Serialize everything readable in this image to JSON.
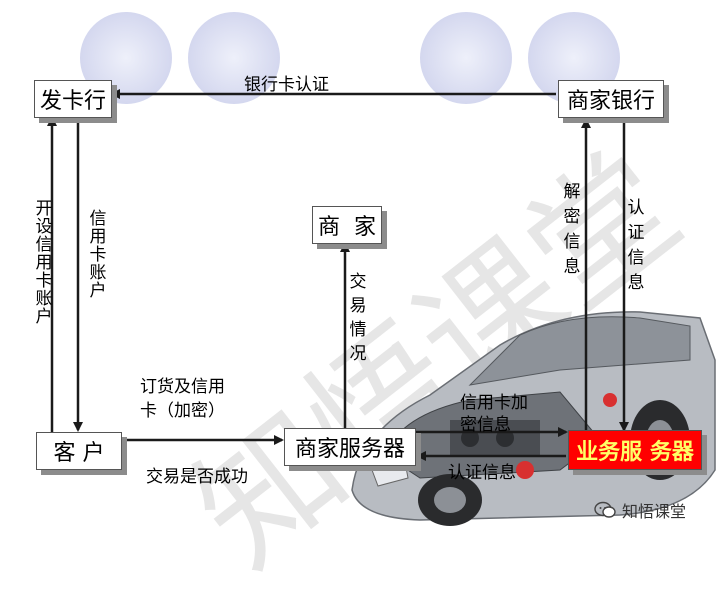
{
  "colors": {
    "circle": "#c9cdea",
    "circle_inner": "#eef0fa",
    "arrow": "#1a1a1a",
    "red_box": "#ff0000",
    "red_text": "#ffff66"
  },
  "nodes": {
    "issuer": "发卡行",
    "merchant_bank": "商家银行",
    "merchant": "商  家",
    "customer": "客 户",
    "merchant_server": "商家服务器",
    "business_server": "业务服 务器"
  },
  "edges": {
    "bank_card_auth": "银行卡认证",
    "open_credit_account": "开设信用卡账户",
    "credit_card_account": "信用卡账户",
    "trade_info": "交易情况",
    "decrypt_info": "解密信息",
    "auth_info_vertical": "认证信息",
    "order_line1": "订货及信用",
    "order_line2": "卡（加密）",
    "trade_success": "交易是否成功",
    "card_encrypt_line1": "信用卡加",
    "card_encrypt_line2": "密信息",
    "auth_info": "认证信息"
  },
  "watermark": "知悟课堂",
  "brand": {
    "icon": "wechat-icon",
    "name": "知悟课堂"
  }
}
